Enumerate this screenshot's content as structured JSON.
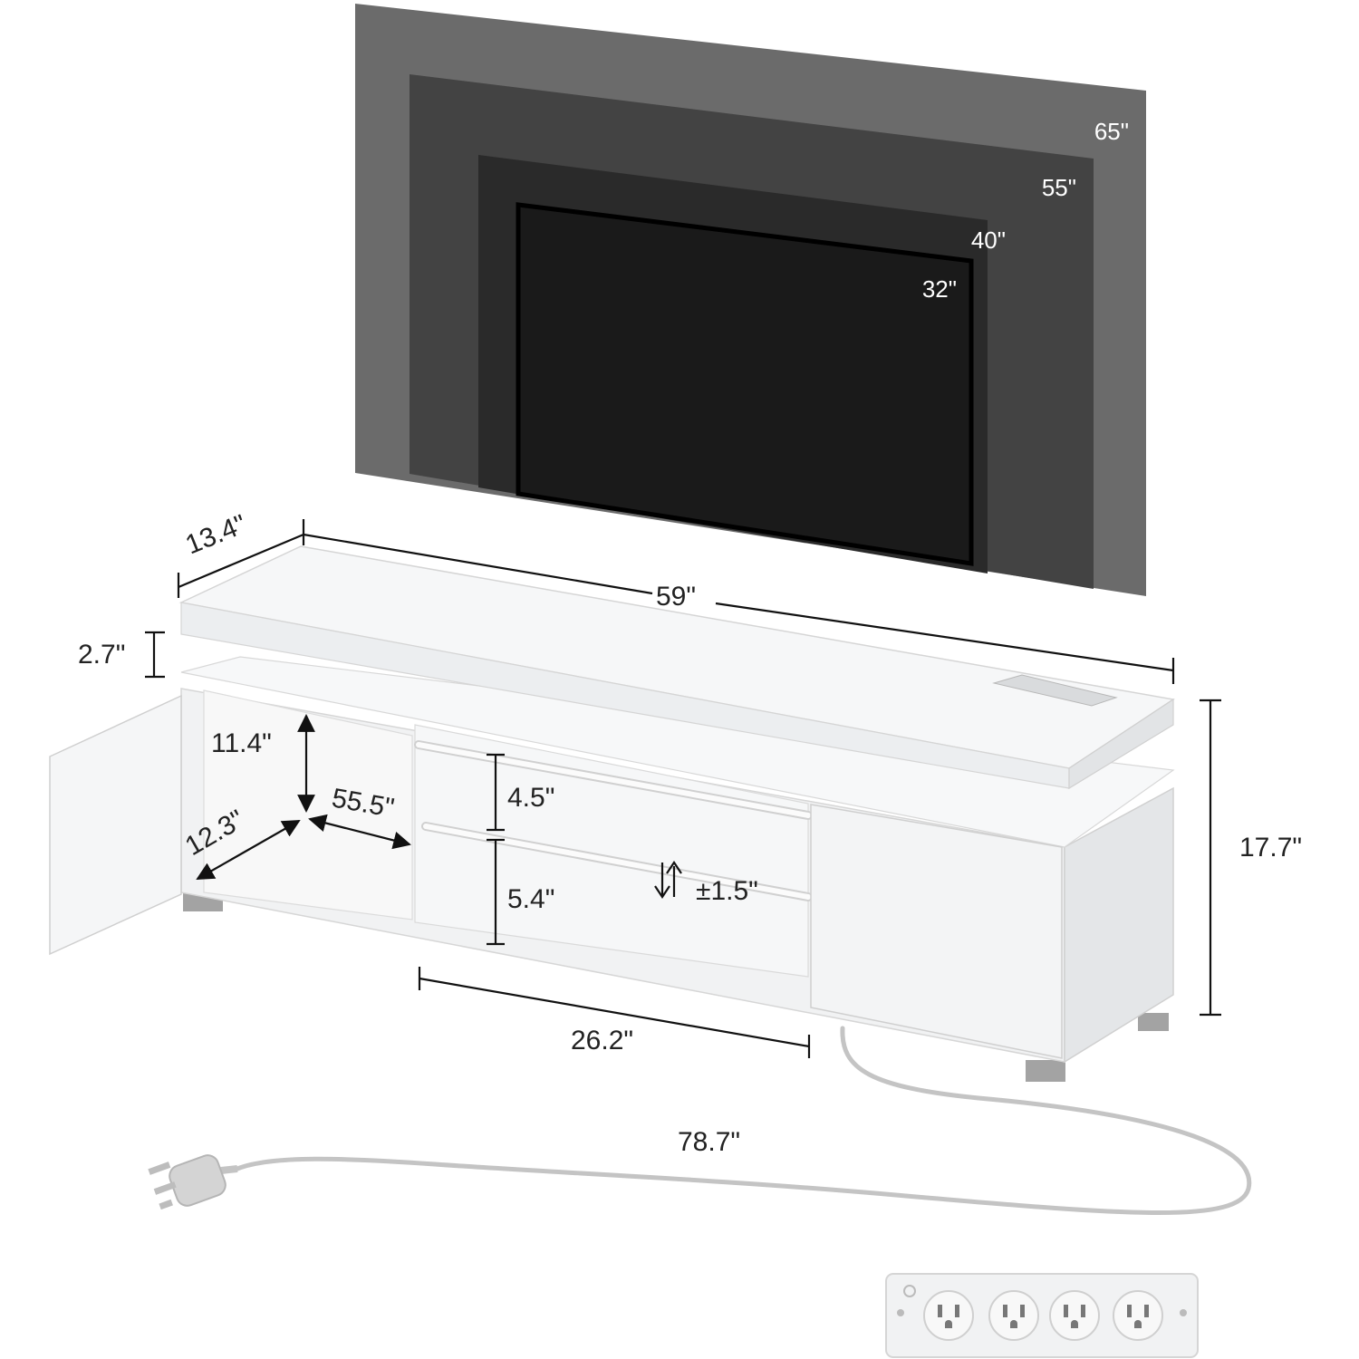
{
  "colors": {
    "tv_65": "#6b6b6b",
    "tv_55": "#434343",
    "tv_40": "#2a2a2a",
    "tv_32": "#1a1a1a",
    "furniture": "#f4f5f6",
    "cord": "#c8c8c8",
    "leg": "#9a9a9a"
  },
  "tv_sizes": {
    "size_65": "65\"",
    "size_55": "55\"",
    "size_40": "40\"",
    "size_32": "32\""
  },
  "dimensions": {
    "depth": "13.4\"",
    "width": "59\"",
    "top_gap": "2.7\"",
    "height": "17.7\"",
    "cabinet_height": "11.4\"",
    "cabinet_depth": "12.3\"",
    "cabinet_width": "55.5\"",
    "upper_shelf": "4.5\"",
    "lower_shelf": "5.4\"",
    "shelf_adjust": "±1.5\"",
    "center_width": "26.2\"",
    "cord_length": "78.7\""
  },
  "icons": {
    "shelf_adjust": "up-down-arrows-icon",
    "plug": "plug-icon",
    "power_strip": "power-strip-icon",
    "socket": "outlet-icon"
  }
}
